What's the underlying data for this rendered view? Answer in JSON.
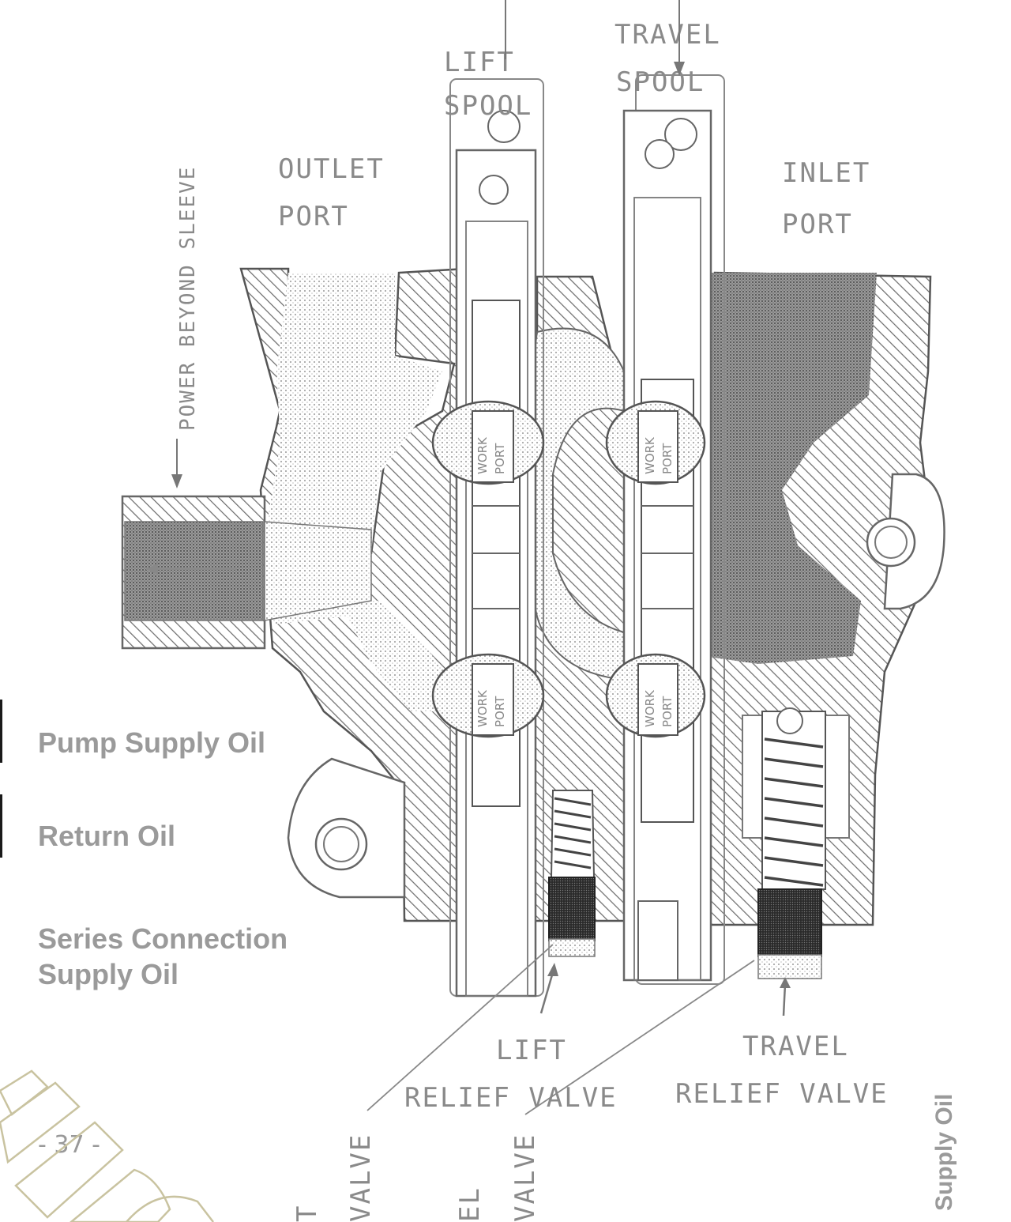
{
  "labels": {
    "lift_spool": [
      "LIFT",
      "SPOOL"
    ],
    "travel_spool": [
      "TRAVEL",
      "SPOOL"
    ],
    "outlet_port": [
      "OUTLET",
      "PORT"
    ],
    "inlet_port": [
      "INLET",
      "PORT"
    ],
    "power_beyond_sleeve": "POWER BEYOND SLEEVE",
    "work_port": [
      "WORK",
      "PORT"
    ],
    "lift_relief_valve": [
      "LIFT",
      "RELIEF VALVE"
    ],
    "travel_relief_valve": [
      "TRAVEL",
      "RELIEF VALVE"
    ],
    "bottom_rotated": [
      "VALVE",
      "VALVE",
      "EL",
      "T"
    ],
    "supply_oil_rotated": "Supply Oil",
    "page_number": "- 37 -"
  },
  "legend": [
    {
      "label": "Pump Supply Oil",
      "swatch": "#1a1a1a"
    },
    {
      "label": "Return Oil",
      "swatch": "#1a1a1a"
    },
    {
      "label": "Series Connection",
      "label2": "Supply Oil",
      "swatch": "none"
    }
  ],
  "colors": {
    "line": "#555555",
    "hatch": "#6a6a6a",
    "dots_light": "#bcbcbc",
    "dense": "#5a5a5a",
    "dark": "#222222",
    "watermark": "#c9c3a0"
  }
}
